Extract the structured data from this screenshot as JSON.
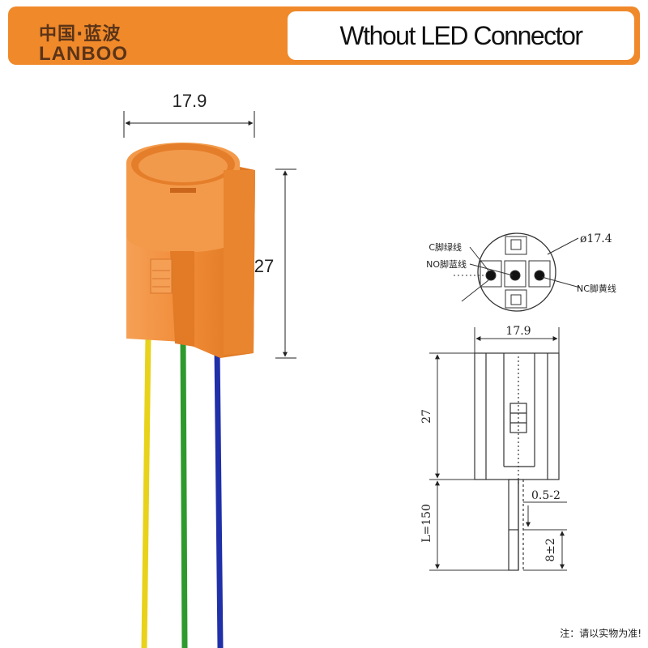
{
  "header": {
    "logo_cn": "中国·蓝波",
    "logo_en": "LANBOO",
    "title": "Wthout LED Connector",
    "color": "#f0892a"
  },
  "photo": {
    "width_label": "17.9",
    "height_label": "27",
    "body_color": "#f08a35",
    "wire_colors": [
      "#e8d21a",
      "#2e9a2e",
      "#2030a8"
    ]
  },
  "drawing": {
    "dia_label": "ø17.4",
    "pin_c": "C脚绿线",
    "pin_no": "NO脚蓝线",
    "pin_nc": "NC脚黄线",
    "width_label": "17.9",
    "height_label": "27",
    "length_label": "L=150",
    "wire_label": "0.5-2",
    "strip_label": "8±2"
  },
  "note": "注：请以实物为准!"
}
